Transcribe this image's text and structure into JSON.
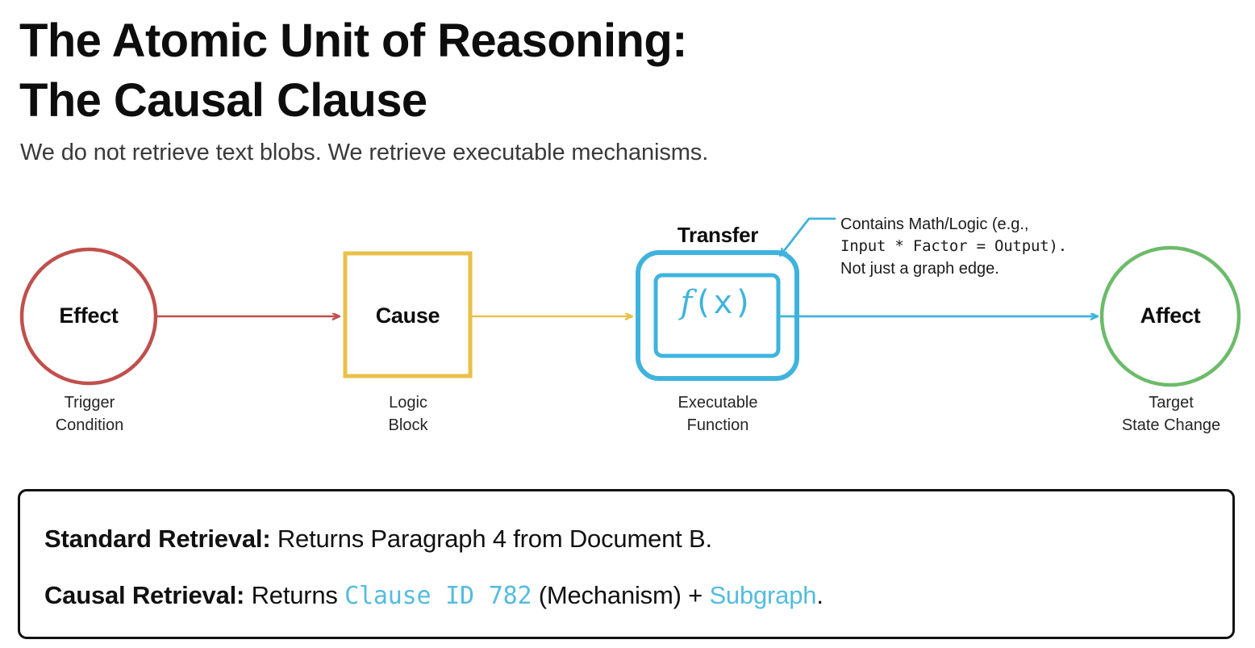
{
  "header": {
    "title": "The Atomic Unit of Reasoning:\nThe Causal Clause",
    "subtitle": "We do not retrieve text blobs. We retrieve executable mechanisms."
  },
  "diagram": {
    "nodes": [
      {
        "id": "effect",
        "label": "Effect",
        "caption": "Trigger\nCondition",
        "shape": "circle",
        "color": "#c0504d"
      },
      {
        "id": "cause",
        "label": "Cause",
        "caption": "Logic\nBlock",
        "shape": "square",
        "color": "#e9c04a"
      },
      {
        "id": "transfer",
        "label": "Transfer",
        "caption": "Executable\nFunction",
        "shape": "double-rounded-rect",
        "color": "#3fb3dd",
        "glyph_f": "f",
        "glyph_rest": "(x)"
      },
      {
        "id": "affect",
        "label": "Affect",
        "caption": "Target\nState Change",
        "shape": "circle",
        "color": "#6cbb6a"
      }
    ],
    "edges": [
      {
        "from": "effect",
        "to": "cause",
        "color": "#c0504d"
      },
      {
        "from": "cause",
        "to": "transfer",
        "color": "#e9c04a"
      },
      {
        "from": "transfer",
        "to": "affect",
        "color": "#3fb3dd"
      }
    ],
    "callout": {
      "line1": "Contains Math/Logic (e.g.,",
      "line2": "Input * Factor = Output).",
      "line3": "Not just a graph edge.",
      "leader_color": "#3fb3dd"
    }
  },
  "panel": {
    "standard": {
      "lead": "Standard Retrieval:",
      "rest": " Returns Paragraph 4 from Document B."
    },
    "causal": {
      "lead": "Causal Retrieval:",
      "mid": " Returns ",
      "code": "Clause ID 782",
      "after_code": " (Mechanism) + ",
      "accent": "Subgraph",
      "tail": "."
    },
    "accent_color": "#54bcdf",
    "border_color": "#111111"
  }
}
